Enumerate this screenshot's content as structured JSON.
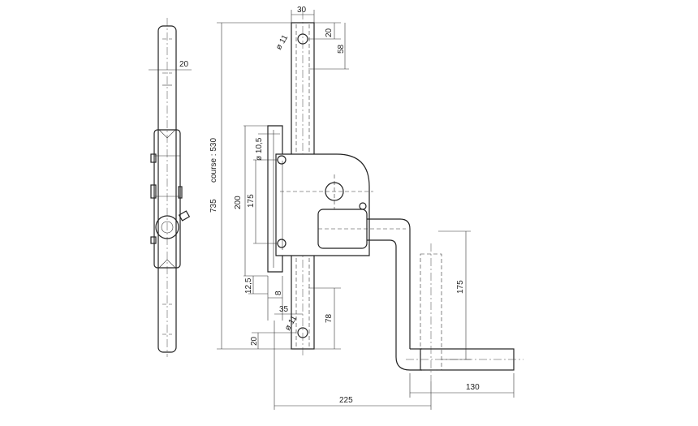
{
  "dimensions": {
    "total_height": "735",
    "stroke": "course : 530",
    "bar_width_top": "30",
    "hole_offset_top": "20",
    "hole_span_top": "58",
    "hole_dia_top": "ø 11",
    "side_bar_width": "20",
    "pin_dia": "ø 10,5",
    "bracket_height": "200",
    "pin_span": "175",
    "bracket_offset": "12,5",
    "bracket_thickness": "8",
    "bracket_offset_x": "35",
    "hole_span_bottom": "78",
    "hole_offset_bottom": "20",
    "hole_dia_bottom": "ø 11",
    "handle_height": "175",
    "handle_grip_length": "130",
    "handle_reach": "225"
  }
}
